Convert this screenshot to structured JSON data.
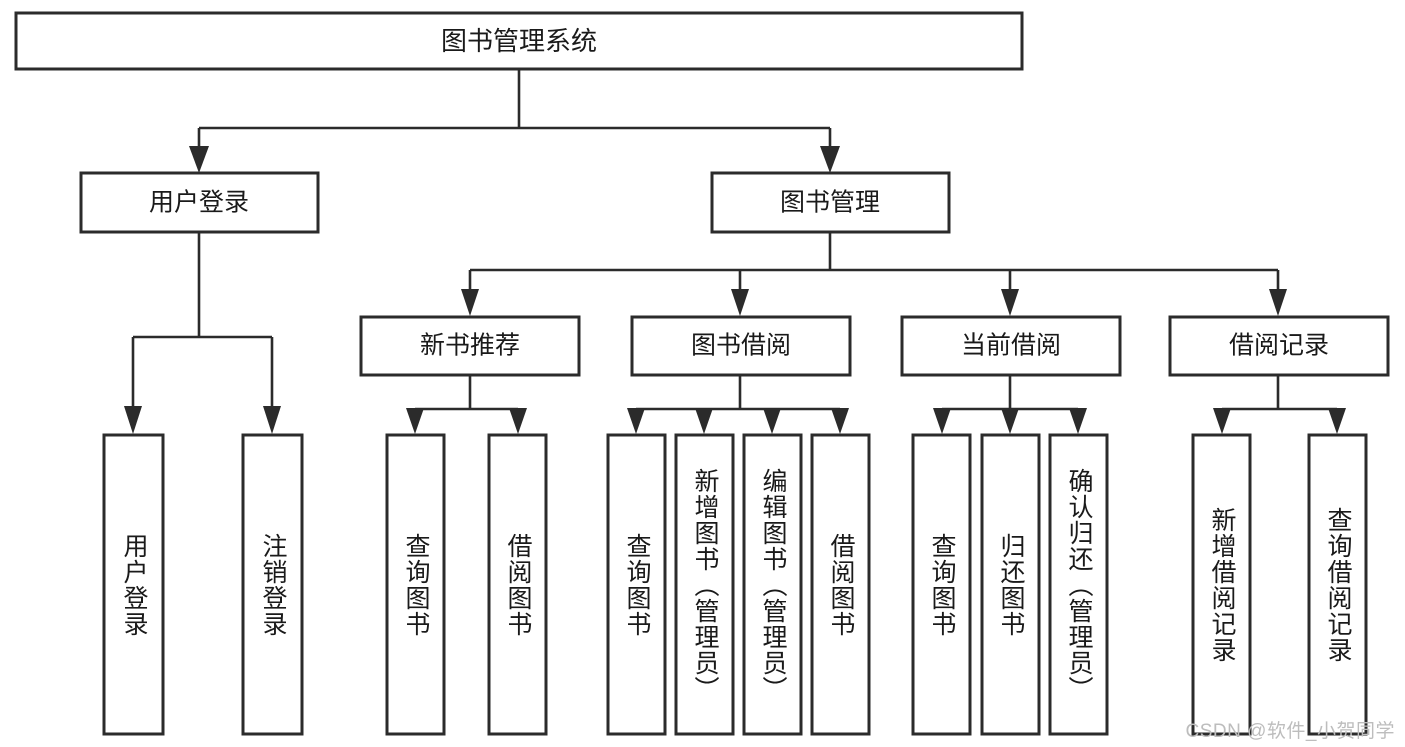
{
  "diagram": {
    "type": "tree-hierarchy",
    "title": "图书管理系统",
    "watermark": "CSDN @软件_小贺同学",
    "colors": {
      "box_stroke": "#2b2b2b",
      "box_fill": "#ffffff",
      "connector": "#2b2b2b",
      "text": "#1a1a1a",
      "watermark": "#bdbdbd",
      "background": "#ffffff"
    },
    "root": {
      "label": "图书管理系统"
    },
    "level1": [
      {
        "id": "user-login",
        "label": "用户登录"
      },
      {
        "id": "book-management",
        "label": "图书管理"
      }
    ],
    "level2": [
      {
        "id": "new-book-recommend",
        "label": "新书推荐",
        "parent": "book-management"
      },
      {
        "id": "book-borrow",
        "label": "图书借阅",
        "parent": "book-management"
      },
      {
        "id": "current-borrow",
        "label": "当前借阅",
        "parent": "book-management"
      },
      {
        "id": "borrow-record",
        "label": "借阅记录",
        "parent": "book-management"
      }
    ],
    "leaves": {
      "user-login": [
        {
          "id": "leaf-user-login",
          "label": "用户登录"
        },
        {
          "id": "leaf-logout",
          "label": "注销登录"
        }
      ],
      "new-book-recommend": [
        {
          "id": "leaf-query-book-1",
          "label": "查询图书"
        },
        {
          "id": "leaf-borrow-book-1",
          "label": "借阅图书"
        }
      ],
      "book-borrow": [
        {
          "id": "leaf-query-book-2",
          "label": "查询图书"
        },
        {
          "id": "leaf-add-book",
          "label": "新增图书（管理员）"
        },
        {
          "id": "leaf-edit-book",
          "label": "编辑图书（管理员）"
        },
        {
          "id": "leaf-borrow-book-2",
          "label": "借阅图书"
        }
      ],
      "current-borrow": [
        {
          "id": "leaf-query-book-3",
          "label": "查询图书"
        },
        {
          "id": "leaf-return-book",
          "label": "归还图书"
        },
        {
          "id": "leaf-confirm-return",
          "label": "确认归还（管理员）"
        }
      ],
      "borrow-record": [
        {
          "id": "leaf-add-record",
          "label": "新增借阅记录"
        },
        {
          "id": "leaf-query-record",
          "label": "查询借阅记录"
        }
      ]
    }
  }
}
